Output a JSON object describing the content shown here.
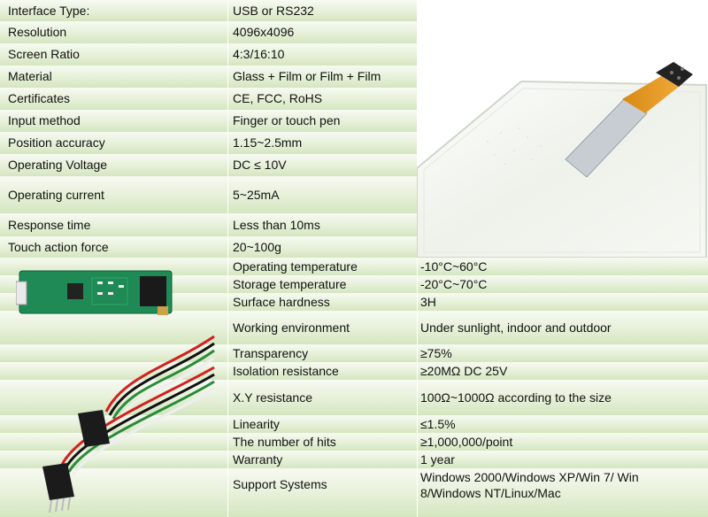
{
  "spec_rows": [
    {
      "label": "Interface Type:",
      "value": "USB or RS232"
    },
    {
      "label": "Resolution",
      "value": "4096x4096"
    },
    {
      "label": "Screen Ratio",
      "value": "4:3/16:10"
    },
    {
      "label": "Material",
      "value": "Glass + Film or Film + Film"
    },
    {
      "label": "Certificates",
      "value": "CE, FCC, RoHS"
    },
    {
      "label": "Input method",
      "value": "Finger or touch pen"
    },
    {
      "label": "Position accuracy",
      "value": "1.15~2.5mm"
    },
    {
      "label": "Operating Voltage",
      "value": "DC ≤ 10V"
    },
    {
      "label": "Operating current",
      "value": "5~25mA"
    },
    {
      "label": "Response time",
      "value": "Less than 10ms"
    },
    {
      "label": "Touch action force",
      "value": "20~100g"
    }
  ],
  "lower_rows": [
    {
      "label": "Operating temperature",
      "value": "-10°C~60°C"
    },
    {
      "label": "Storage temperature",
      "value": "-20°C~70°C"
    },
    {
      "label": "Surface hardness",
      "value": "3H"
    },
    {
      "label": "Working environment",
      "value": "Under sunlight, indoor and outdoor"
    },
    {
      "label": "Transparency",
      "value": "≥75%"
    },
    {
      "label": "Isolation resistance",
      "value": "≥20MΩ DC 25V"
    },
    {
      "label": "X.Y resistance",
      "value": "100Ω~1000Ω according to the size"
    },
    {
      "label": "Linearity",
      "value": "≤1.5%"
    },
    {
      "label": "The number of hits",
      "value": "≥1,000,000/point"
    },
    {
      "label": "Warranty",
      "value": "1 year"
    },
    {
      "label": "Support Systems",
      "value": "Windows 2000/Windows XP/Win 7/ Win 8/Windows NT/Linux/Mac"
    }
  ]
}
